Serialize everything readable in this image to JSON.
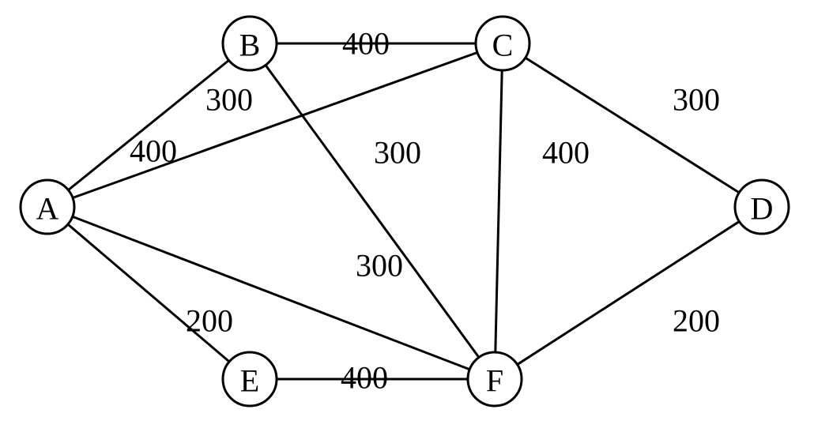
{
  "nodes": [
    {
      "id": "A",
      "label": "A"
    },
    {
      "id": "B",
      "label": "B"
    },
    {
      "id": "C",
      "label": "C"
    },
    {
      "id": "D",
      "label": "D"
    },
    {
      "id": "E",
      "label": "E"
    },
    {
      "id": "F",
      "label": "F"
    }
  ],
  "edges": [
    {
      "from": "B",
      "to": "C",
      "weight": "400"
    },
    {
      "from": "A",
      "to": "B",
      "weight": "300"
    },
    {
      "from": "A",
      "to": "C",
      "weight": "400"
    },
    {
      "from": "B",
      "to": "F",
      "weight": "300"
    },
    {
      "from": "C",
      "to": "F",
      "weight": "400"
    },
    {
      "from": "C",
      "to": "D",
      "weight": "300"
    },
    {
      "from": "A",
      "to": "F",
      "weight": "300"
    },
    {
      "from": "A",
      "to": "E",
      "weight": "200"
    },
    {
      "from": "E",
      "to": "F",
      "weight": "400"
    },
    {
      "from": "F",
      "to": "D",
      "weight": "200"
    }
  ]
}
